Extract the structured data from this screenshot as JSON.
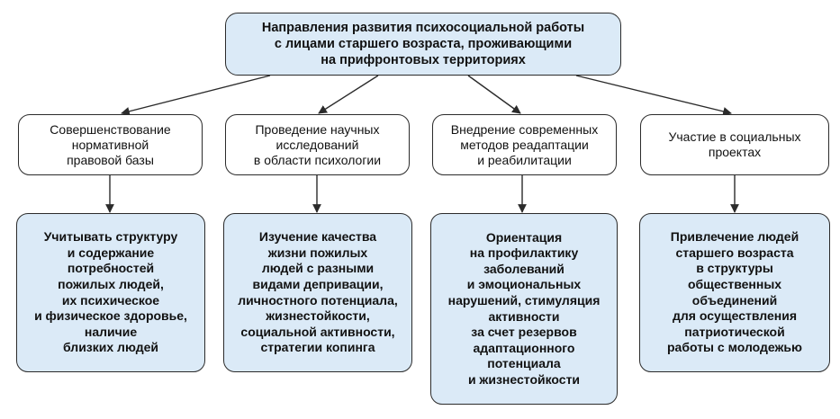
{
  "root": {
    "text": "Направления развития психосоциальной работы\nс лицами старшего возраста, проживающими\nна прифронтовых территориях"
  },
  "directions": [
    {
      "title": "Совершенствование\nнормативной\nправовой базы",
      "detail": "Учитывать структуру\nи содержание\nпотребностей\nпожилых людей,\nих психическое\nи физическое здоровье,\nналичие\nблизких людей"
    },
    {
      "title": "Проведение научных\nисследований\nв области психологии",
      "detail": "Изучение качества\nжизни пожилых\nлюдей с разными\nвидами депривации,\nличностного потенциала,\nжизнестойкости,\nсоциальной активности,\nстратегии копинга"
    },
    {
      "title": "Внедрение современных\nметодов реадаптации\nи реабилитации",
      "detail": "Ориентация\nна профилактику\nзаболеваний\nи эмоциональных\nнарушений, стимуляция\nактивности\nза счет резервов\nадаптационного\nпотенциала\nи жизнестойкости"
    },
    {
      "title": "Участие в социальных\nпроектах",
      "detail": "Привлечение людей\nстаршего возраста\nв структуры\nобщественных\nобъединений\nдля осуществления\nпатриотической\nработы с молодежью"
    }
  ],
  "colors": {
    "box_fill_highlight": "#dbeaf7",
    "box_fill_plain": "#ffffff",
    "stroke": "#2b2b2b"
  }
}
